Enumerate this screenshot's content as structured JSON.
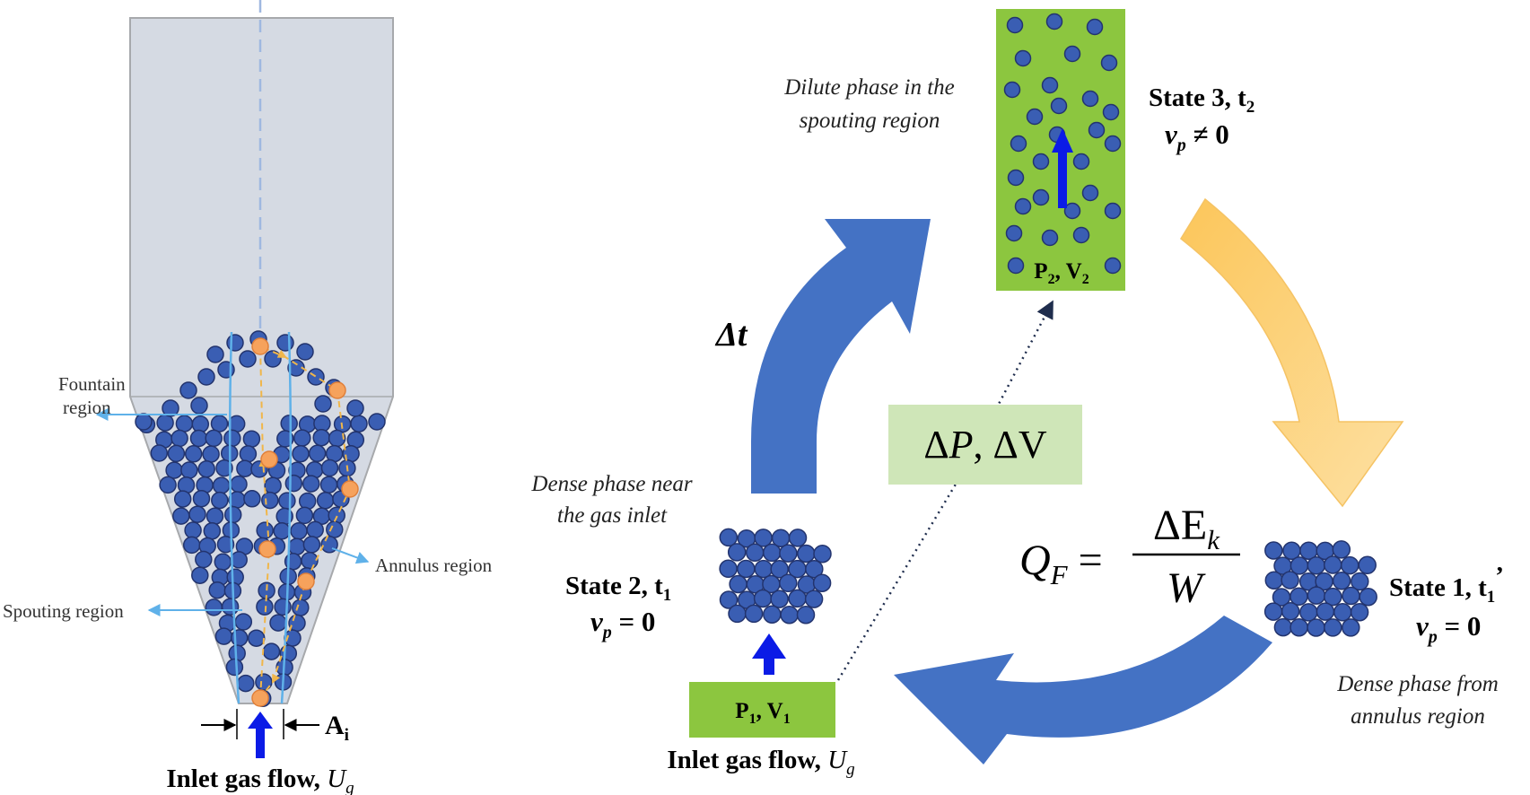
{
  "left_panel": {
    "fountain_label": "Fountain\nregion",
    "annulus_label": "Annulus region",
    "spouting_label": "Spouting region",
    "inlet_area_label": "A",
    "inlet_area_sub": "i",
    "inlet_flow_label": "Inlet gas flow, ",
    "inlet_flow_var": "U",
    "inlet_flow_sub": "g"
  },
  "cycle": {
    "state3_title": "State 3, t",
    "state3_sub": "2",
    "state3_velocity": "v",
    "state3_velocity_sub": "p",
    "state3_velocity_rel": " ≠ 0",
    "state3_box_label": "P",
    "state3_box_p_sub": "2",
    "state3_box_v": ", V",
    "state3_box_v_sub": "2",
    "dilute_caption": "Dilute phase in the\nspouting region",
    "state2_title": "State 2, t",
    "state2_sub": "1",
    "state2_velocity": "v",
    "state2_velocity_sub": "p",
    "state2_velocity_rel": " = 0",
    "dense_inlet_caption": "Dense phase near\nthe gas inlet",
    "state1_title": "State 1, t",
    "state1_sub": "1",
    "state1_prime": "’",
    "state1_velocity": "v",
    "state1_velocity_sub": "p",
    "state1_velocity_rel": " = 0",
    "dense_annulus_caption": "Dense phase from\nannulus region",
    "box1_label": "P",
    "box1_p_sub": "1",
    "box1_v": ", V",
    "box1_v_sub": "1",
    "inlet_flow_label": "Inlet gas flow, ",
    "inlet_flow_var": "U",
    "inlet_flow_sub": "g",
    "delta_t": "Δt",
    "delta_pv": "ΔP, ΔV",
    "qf_lhs": "Q",
    "qf_lhs_sub": "F",
    "qf_eq": " =",
    "qf_num": "ΔE",
    "qf_num_sub": "k",
    "qf_den": "W"
  },
  "colors": {
    "vessel": "#d5dae3",
    "vessel_stroke": "#a7a9ac",
    "particle": "#3a5eb3",
    "particle_stroke": "#23346e",
    "orange_particle": "#f6a25c",
    "green_box": "#8cc63f",
    "light_green": "#cfe6b8",
    "blue_arrow": "#4472c4",
    "orange_arrow": "#fdd27a",
    "inlet_arrow": "#0b1be6",
    "leader": "#5fb1e9"
  }
}
